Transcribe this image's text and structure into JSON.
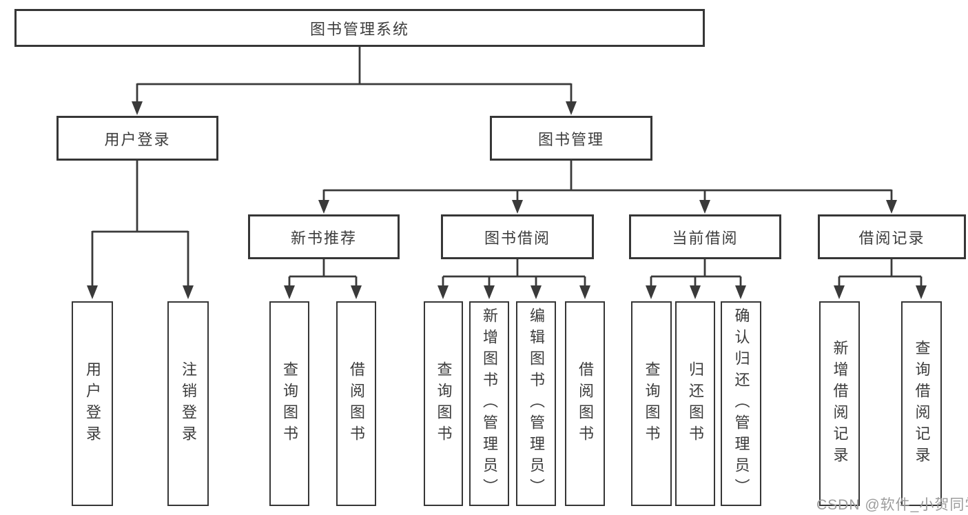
{
  "diagram": {
    "root": {
      "label": "图书管理系统"
    },
    "user_login": {
      "label": "用户登录",
      "children": [
        "用户登录",
        "注销登录"
      ]
    },
    "book_mgmt": {
      "label": "图书管理"
    },
    "new_book_rec": {
      "label": "新书推荐",
      "children": [
        "查询图书",
        "借阅图书"
      ]
    },
    "book_borrow": {
      "label": "图书借阅",
      "children": [
        "查询图书",
        "新增图书（管理员）",
        "编辑图书（管理员）",
        "借阅图书"
      ]
    },
    "current_borrow": {
      "label": "当前借阅",
      "children": [
        "查询图书",
        "归还图书",
        "确认归还（管理员）"
      ]
    },
    "borrow_records": {
      "label": "借阅记录",
      "children": [
        "新增借阅记录",
        "查询借阅记录"
      ]
    }
  },
  "colors": {
    "line": "#3a3a3a",
    "border": "#363636",
    "text": "#3c3c3c",
    "watermark": "#9c9c9c"
  },
  "watermark": "CSDN @软件_小贺同学"
}
